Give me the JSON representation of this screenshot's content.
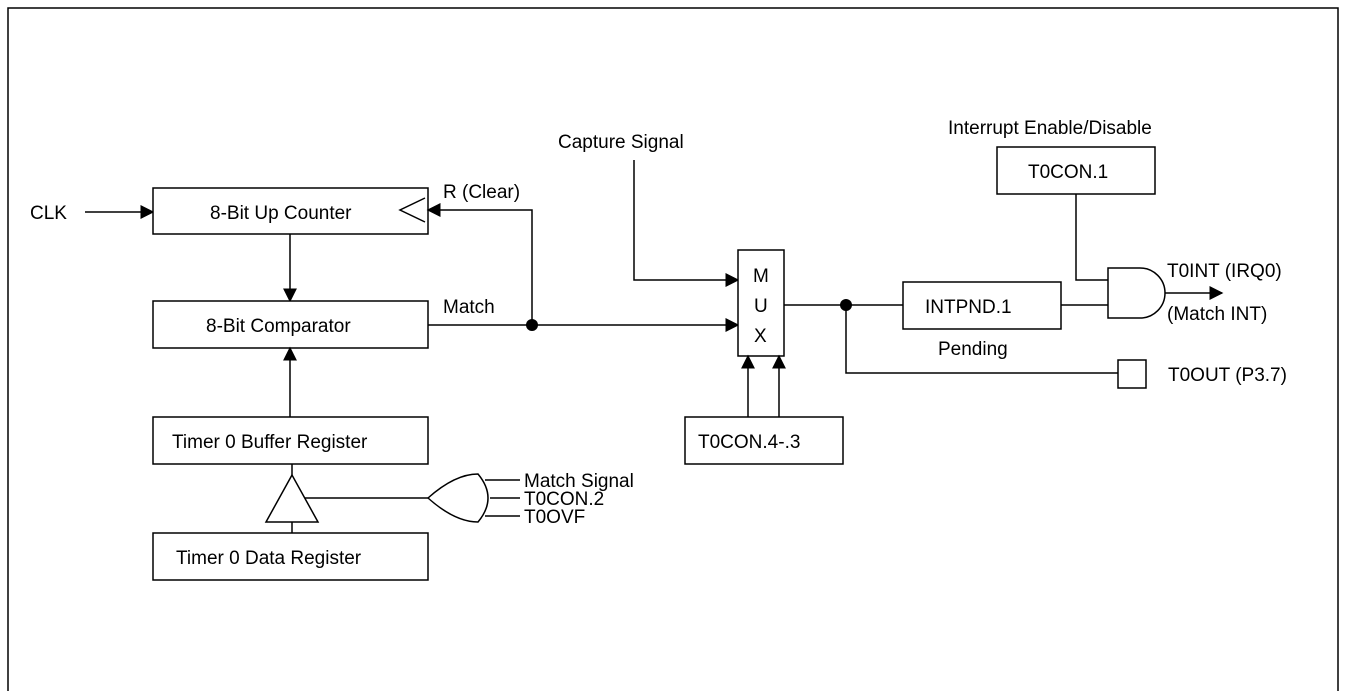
{
  "diagram": {
    "inputs": {
      "clk": "CLK",
      "capture_signal": "Capture Signal",
      "interrupt_enable": "Interrupt Enable/Disable"
    },
    "blocks": {
      "up_counter": "8-Bit Up Counter",
      "comparator": "8-Bit Comparator",
      "buffer_register": "Timer 0 Buffer Register",
      "data_register": "Timer 0 Data Register",
      "mux": [
        "M",
        "U",
        "X"
      ],
      "mux_select": "T0CON.4-.3",
      "intpnd": "INTPND.1",
      "t0con1": "T0CON.1"
    },
    "labels": {
      "reset": "R (Clear)",
      "match": "Match",
      "pending": "Pending",
      "or_inputs": [
        "Match Signal",
        "T0CON.2",
        "T0OVF"
      ]
    },
    "outputs": {
      "t0int": "T0INT (IRQ0)",
      "match_int": "(Match INT)",
      "t0out": "T0OUT (P3.7)"
    }
  }
}
